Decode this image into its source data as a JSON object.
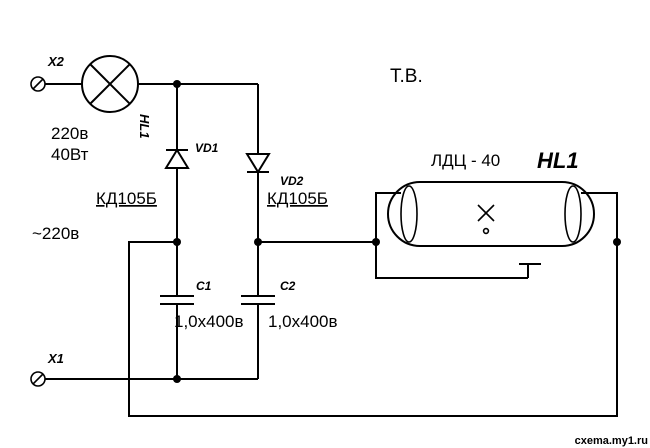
{
  "labels": {
    "x2": "X2",
    "x1": "X1",
    "lamp_rating_voltage": "220в",
    "lamp_rating_power": "40Вт",
    "lamp_ref": "HL1",
    "vd1": "VD1",
    "vd2": "VD2",
    "diode1_part": "КД105Б",
    "diode2_part": "КД105Б",
    "supply": "~220в",
    "c1": "C1",
    "c2": "C2",
    "c1_value": "1,0х400в",
    "c2_value": "1,0х400в",
    "author": "Т.В.",
    "tube_type": "ЛДЦ - 40",
    "tube_ref": "HL1",
    "watermark": "cxema.my1.ru"
  }
}
